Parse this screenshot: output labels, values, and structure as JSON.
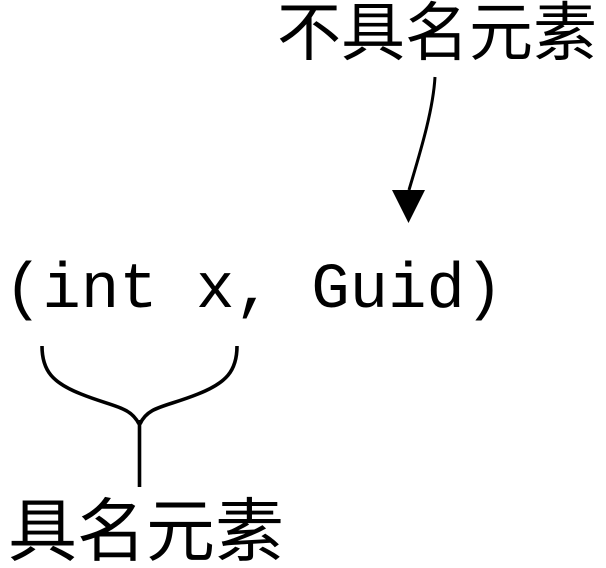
{
  "diagram": {
    "title": "tuple-elements-annotation",
    "colors": {
      "ink": "#000000",
      "background": "#ffffff"
    },
    "labels": {
      "unnamed": "不具名元素",
      "named": "具名元素"
    },
    "code": {
      "text": "(int x, Guid)"
    },
    "connectors": {
      "arrow_target": "Guid",
      "brace_target": "(int x"
    }
  }
}
